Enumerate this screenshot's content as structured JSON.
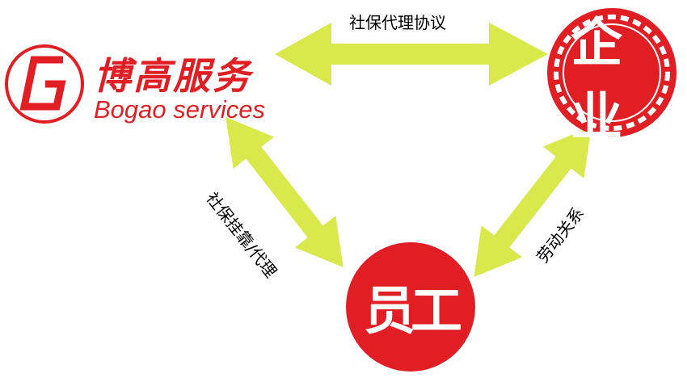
{
  "colors": {
    "arrow": "#d9e84a",
    "brand_red": "#e01e24",
    "disc_white_text": "#ffffff"
  },
  "nodes": {
    "provider": {
      "name_cn": "博高服务",
      "name_en": "Bogao services",
      "logo_letter": "G"
    },
    "company": {
      "text": "企业"
    },
    "employee": {
      "text": "员工"
    }
  },
  "edges": {
    "top": {
      "label": "社保代理协议"
    },
    "left": {
      "label": "社保挂靠/代理"
    },
    "right": {
      "label": "劳动关系"
    }
  }
}
